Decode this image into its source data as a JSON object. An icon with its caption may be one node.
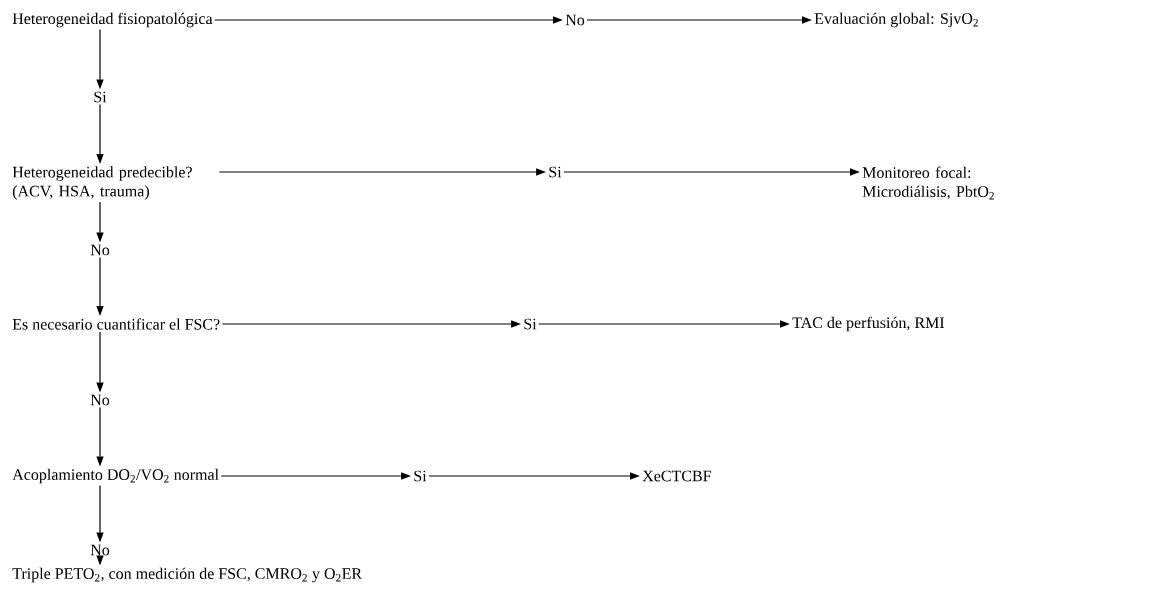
{
  "diagram": {
    "nodes": [
      {
        "text": [
          "Heterogeneidad fisiopatológica"
        ]
      },
      {
        "text": [
          "No"
        ]
      },
      {
        "text": [
          "Evaluación global: SjvO$_{2}$"
        ]
      },
      {
        "text": [
          "Si"
        ]
      },
      {
        "text": [
          "Heterogeneidad predecible? (ACV, HSA, trauma)"
        ]
      },
      {
        "text": [
          "Si"
        ]
      },
      {
        "text": [
          "Monitoreo focal: Microdiálisis, PbtO$_{2}$"
        ]
      },
      {
        "text": [
          "No"
        ]
      },
      {
        "text": [
          "Es necesario cuantificar el FSC?"
        ]
      },
      {
        "text": [
          "Si"
        ]
      },
      {
        "text": [
          "TAC de perfusión, RMI"
        ]
      },
      {
        "text": [
          "No"
        ]
      },
      {
        "text": [
          "Acoplamiento DO$_{2}$/VO$_{2}$ normal"
        ]
      },
      {
        "text": [
          "Si"
        ]
      },
      {
        "text": [
          "XeCTCBF"
        ]
      },
      {
        "text": [
          "No"
        ]
      },
      {
        "text": [
          "Triple PETO$_{2}$, con medición de FSC, CMRO$_{2}$ y O$_{2}$ER"
        ]
      }
    ],
    "edges": [
      {
        "from": 0,
        "to": 1,
        "arrow": "to"
      },
      {
        "from": 1,
        "to": 2,
        "arrow": "to"
      },
      {
        "from": 0,
        "to": 3,
        "arrow": "to"
      },
      {
        "from": 3,
        "to": 4,
        "arrow": "to"
      },
      {
        "from": 4,
        "to": 5,
        "arrow": "to"
      },
      {
        "from": 5,
        "to": 6,
        "arrow": "to"
      },
      {
        "from": 4,
        "to": 7,
        "arrow": "to"
      },
      {
        "from": 7,
        "to": 8,
        "arrow": "to"
      },
      {
        "from": 8,
        "to": 9,
        "arrow": "to"
      },
      {
        "from": 9,
        "to": 10,
        "arrow": "to"
      },
      {
        "from": 8,
        "to": 11,
        "arrow": "to"
      },
      {
        "from": 11,
        "to": 12,
        "arrow": "to"
      },
      {
        "from": 12,
        "to": 13,
        "arrow": "to"
      },
      {
        "from": 13,
        "to": 14,
        "arrow": "to"
      },
      {
        "from": 12,
        "to": 15,
        "arrow": "to"
      },
      {
        "from": 15,
        "to": 16,
        "arrow": "to"
      }
    ]
  }
}
